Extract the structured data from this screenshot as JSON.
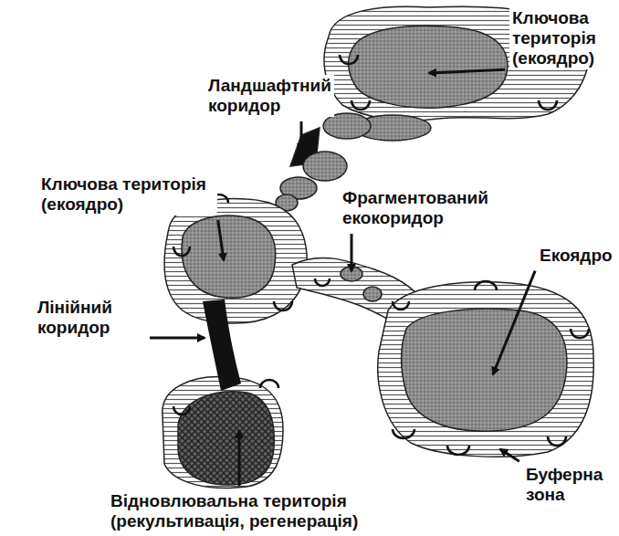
{
  "diagram": {
    "labels": [
      "Ключова територія (екоядро)",
      "Ландшафтний коридор",
      "Ключова територія (екоядро)",
      "Фрагментований екокоридор",
      "Екоядро",
      "Лінійний коридор",
      "Буферна зона",
      "Відновлювальна територія (рекультивація, регенерація)"
    ]
  }
}
